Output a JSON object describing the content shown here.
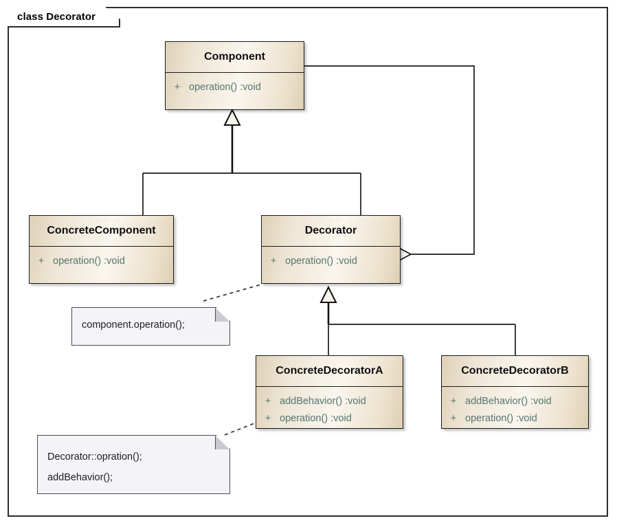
{
  "frame": {
    "label": "class Decorator"
  },
  "classes": [
    {
      "id": "component",
      "name": "Component",
      "members": [
        {
          "visibility": "+",
          "signature": "operation() :void"
        }
      ]
    },
    {
      "id": "concrete-component",
      "name": "ConcreteComponent",
      "members": [
        {
          "visibility": "+",
          "signature": "operation() :void"
        }
      ]
    },
    {
      "id": "decorator",
      "name": "Decorator",
      "members": [
        {
          "visibility": "+",
          "signature": "operation() :void"
        }
      ]
    },
    {
      "id": "concrete-decorator-a",
      "name": "ConcreteDecoratorA",
      "members": [
        {
          "visibility": "+",
          "signature": "addBehavior() :void"
        },
        {
          "visibility": "+",
          "signature": "operation() :void"
        }
      ]
    },
    {
      "id": "concrete-decorator-b",
      "name": "ConcreteDecoratorB",
      "members": [
        {
          "visibility": "+",
          "signature": "addBehavior() :void"
        },
        {
          "visibility": "+",
          "signature": "operation() :void"
        }
      ]
    }
  ],
  "notes": [
    {
      "id": "note-decorator",
      "lines": [
        "component.operation();"
      ]
    },
    {
      "id": "note-concrete-decorator-a",
      "lines": [
        "Decorator::opration();",
        "addBehavior();"
      ]
    }
  ],
  "relationships": [
    {
      "type": "generalization",
      "from": "ConcreteComponent",
      "to": "Component"
    },
    {
      "type": "generalization",
      "from": "Decorator",
      "to": "Component"
    },
    {
      "type": "generalization",
      "from": "ConcreteDecoratorA",
      "to": "Decorator"
    },
    {
      "type": "generalization",
      "from": "ConcreteDecoratorB",
      "to": "Decorator"
    },
    {
      "type": "aggregation",
      "from": "Decorator",
      "to": "Component"
    },
    {
      "type": "note-anchor",
      "from": "note-decorator",
      "to": "Decorator"
    },
    {
      "type": "note-anchor",
      "from": "note-concrete-decorator-a",
      "to": "ConcreteDecoratorA"
    }
  ],
  "colors": {
    "class_fill_light": "#faf6ee",
    "class_fill_tan": "#ded0b6",
    "class_border": "#1a1a1a",
    "member_text": "#55756e",
    "title_text": "#0d0d0d",
    "note_fill": "#f4f4f6",
    "note_border": "#4a4a55",
    "frame_border": "#2b2b2b",
    "canvas_background": "#ffffff"
  }
}
